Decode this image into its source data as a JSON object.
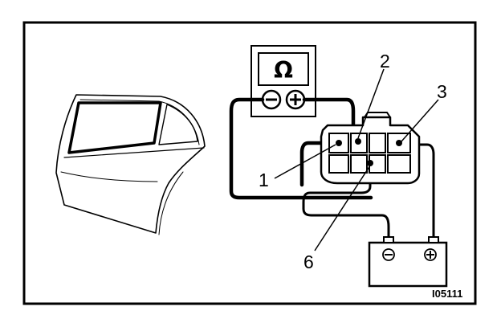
{
  "meter": {
    "symbol": "Ω",
    "neg_symbol": "−",
    "pos_symbol": "+"
  },
  "battery": {
    "neg_symbol": "−",
    "pos_symbol": "+"
  },
  "callouts": [
    {
      "id": "1",
      "text": "1"
    },
    {
      "id": "2",
      "text": "2"
    },
    {
      "id": "3",
      "text": "3"
    },
    {
      "id": "6",
      "text": "6"
    }
  ],
  "reference_code": "I05111",
  "colors": {
    "ink": "#000000",
    "paper": "#ffffff"
  }
}
